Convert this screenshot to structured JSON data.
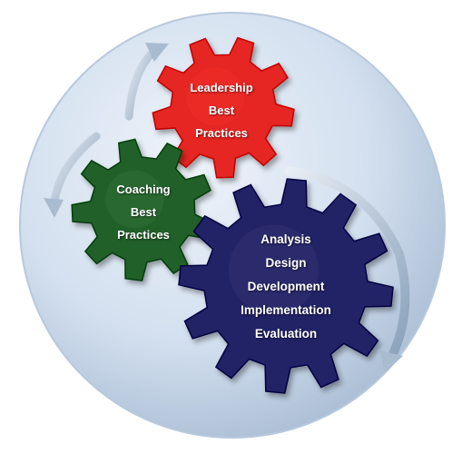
{
  "diagram": {
    "gears": {
      "leadership": {
        "lines": [
          "Leadership",
          "Best",
          "Practices"
        ],
        "color": "#e52522"
      },
      "coaching": {
        "lines": [
          "Coaching",
          "Best",
          "Practices"
        ],
        "color": "#24612a"
      },
      "addie": {
        "lines": [
          "Analysis",
          "Design",
          "Development",
          "Implementation",
          "Evaluation"
        ],
        "color": "#232466"
      }
    },
    "colors": {
      "background_circle": "#d3e0ef",
      "arrow": "#9fb3c9"
    }
  }
}
